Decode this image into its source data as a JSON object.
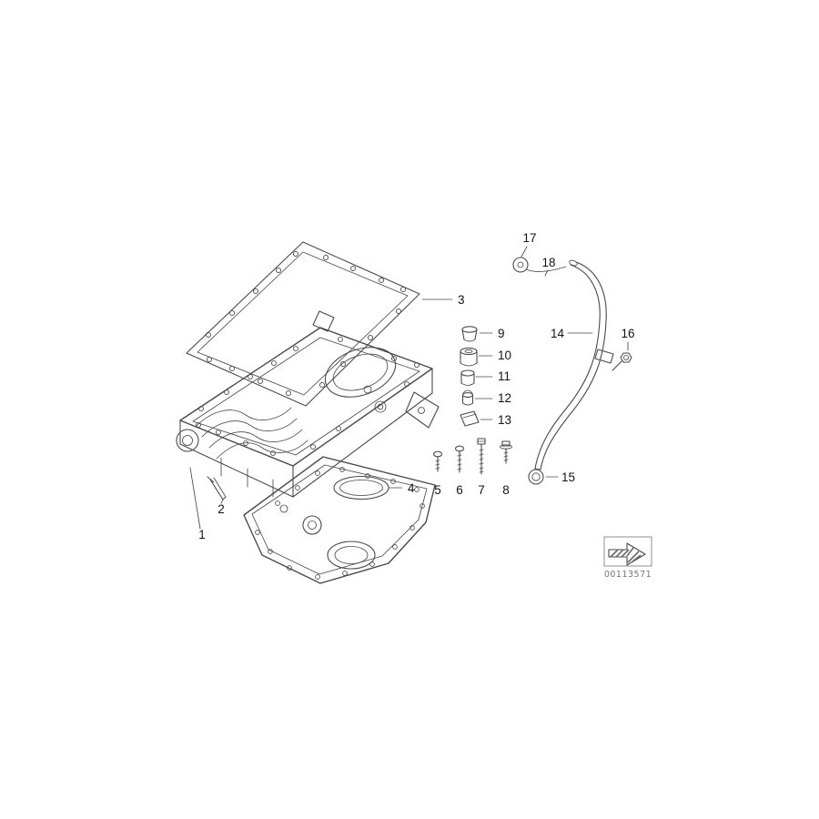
{
  "diagram": {
    "type": "exploded-parts-diagram",
    "subject": "engine-oil-pan-and-dipstick",
    "colors": {
      "background": "#ffffff",
      "line": "#4a4a4a"
    },
    "callouts": [
      "1",
      "2",
      "3",
      "4",
      "5",
      "6",
      "7",
      "8",
      "9",
      "10",
      "11",
      "12",
      "13",
      "14",
      "15",
      "16",
      "17",
      "18"
    ],
    "stamp_code": "00113571",
    "stamp_icon": "striped-arrow"
  }
}
